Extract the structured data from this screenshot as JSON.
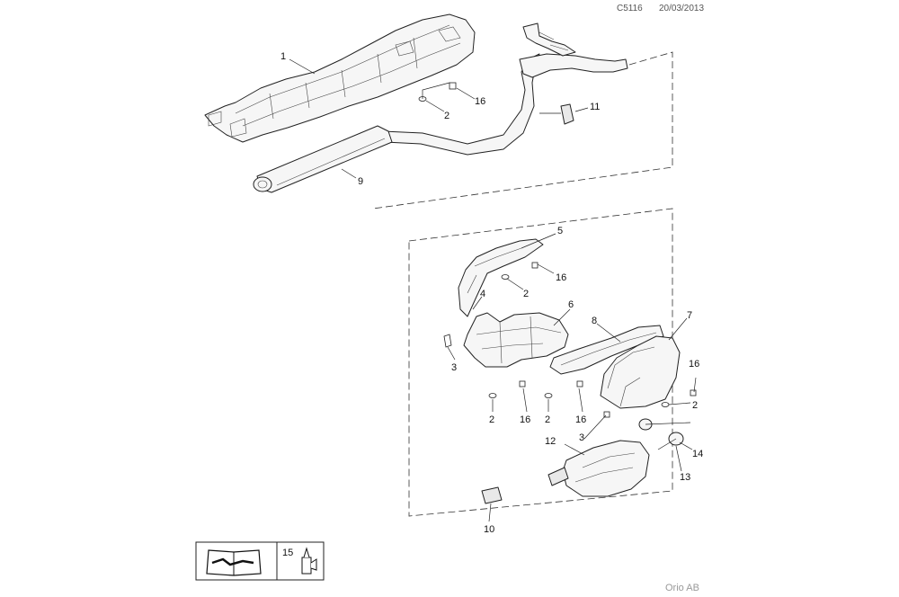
{
  "header": {
    "code": "C5116",
    "date": "20/03/2013"
  },
  "footer": {
    "brand": "Orio AB"
  },
  "callouts": {
    "c1": "1",
    "c2a": "2",
    "c16a": "16",
    "c11": "11",
    "c9": "9",
    "c5": "5",
    "c16b": "16",
    "c2b": "2",
    "c4": "4",
    "c6": "6",
    "c8": "8",
    "c7": "7",
    "c3a": "3",
    "c16c": "16",
    "c2c": "2",
    "c2d": "2",
    "c16d": "16",
    "c2e": "2",
    "c16e": "16",
    "c3b": "3",
    "c12": "12",
    "c14": "14",
    "c13": "13",
    "c10": "10"
  },
  "legend": {
    "item_number": "15"
  }
}
